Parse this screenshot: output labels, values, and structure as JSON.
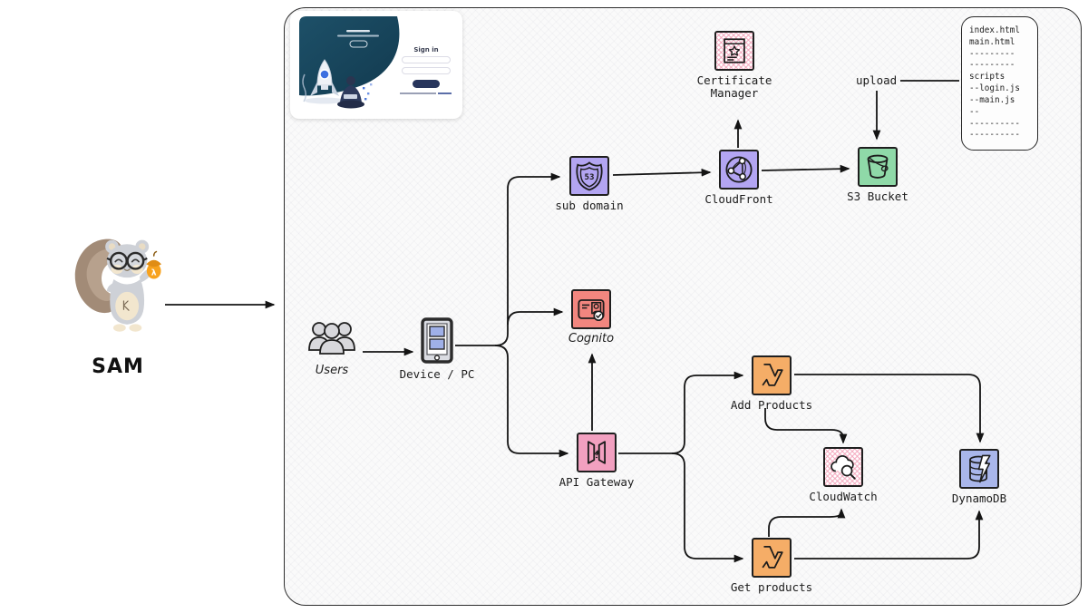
{
  "mascot": {
    "label": "SAM"
  },
  "login_preview": {
    "heading": "Sign in"
  },
  "upload_label": "upload",
  "file_note": {
    "lines": [
      "index.html",
      "main.html",
      "---------",
      "---------",
      "scripts",
      "--login.js",
      "--main.js",
      "--",
      "----------",
      "----------"
    ]
  },
  "diagram": {
    "nodes": {
      "users": {
        "label": "Users",
        "icon": "users-icon"
      },
      "device": {
        "label": "Device / PC",
        "icon": "device-icon"
      },
      "subdomain": {
        "label": "sub domain",
        "icon": "route53-icon",
        "color": "#b3a5f2"
      },
      "cloudfront": {
        "label": "CloudFront",
        "icon": "cloudfront-icon",
        "color": "#b3a5f2"
      },
      "certificate_manager": {
        "label": "Certificate Manager",
        "icon": "certificate-icon",
        "color": "pink-crosshatch"
      },
      "s3": {
        "label": "S3 Bucket",
        "icon": "s3-bucket-icon",
        "color": "#8fd9a8"
      },
      "cognito": {
        "label": "Cognito",
        "icon": "cognito-icon",
        "color": "#f2867f"
      },
      "api_gateway": {
        "label": "API Gateway",
        "icon": "api-gateway-icon",
        "color": "#f2a0c0"
      },
      "add_products": {
        "label": "Add Products",
        "icon": "lambda-icon",
        "color": "#f5ad67"
      },
      "get_products": {
        "label": "Get products",
        "icon": "lambda-icon",
        "color": "#f5ad67"
      },
      "cloudwatch": {
        "label": "CloudWatch",
        "icon": "cloudwatch-icon",
        "color": "pink-crosshatch"
      },
      "dynamodb": {
        "label": "DynamoDB",
        "icon": "dynamodb-icon",
        "color": "#a9b6ea"
      }
    },
    "edges": [
      {
        "from": "SAM",
        "to": "canvas"
      },
      {
        "from": "Users",
        "to": "Device / PC"
      },
      {
        "from": "Device / PC",
        "to": "sub domain"
      },
      {
        "from": "Device / PC",
        "to": "Cognito"
      },
      {
        "from": "Device / PC",
        "to": "API Gateway"
      },
      {
        "from": "sub domain",
        "to": "CloudFront"
      },
      {
        "from": "CloudFront",
        "to": "Certificate Manager"
      },
      {
        "from": "CloudFront",
        "to": "S3 Bucket"
      },
      {
        "from": "file note",
        "to": "S3 Bucket",
        "label": "upload"
      },
      {
        "from": "API Gateway",
        "to": "Cognito"
      },
      {
        "from": "API Gateway",
        "to": "Add Products"
      },
      {
        "from": "API Gateway",
        "to": "Get products"
      },
      {
        "from": "Add Products",
        "to": "CloudWatch"
      },
      {
        "from": "Add Products",
        "to": "DynamoDB"
      },
      {
        "from": "Get products",
        "to": "CloudWatch"
      },
      {
        "from": "Get products",
        "to": "DynamoDB"
      }
    ]
  }
}
